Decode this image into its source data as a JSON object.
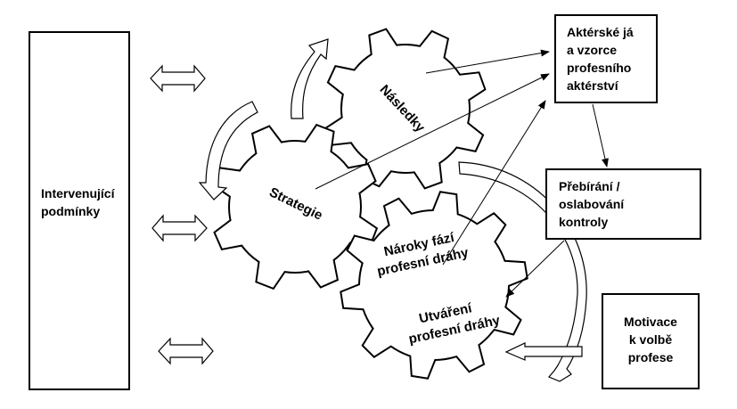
{
  "diagram": {
    "boxes": {
      "intervening": {
        "lines": [
          "Intervenující",
          "podmínky"
        ]
      },
      "actor": {
        "lines": [
          "Aktérské já",
          "a vzorce",
          "profesního",
          "aktérství"
        ]
      },
      "control": {
        "lines": [
          "Přebírání /",
          "oslabování",
          "kontroly"
        ]
      },
      "motivation": {
        "lines": [
          "Motivace",
          "k volbě",
          "profese"
        ]
      }
    },
    "gears": {
      "consequences": {
        "label": "Následky"
      },
      "strategy": {
        "label": "Strategie"
      },
      "career": {
        "label_top": [
          "Nároky fází",
          "profesní dráhy"
        ],
        "label_bottom": [
          "Utváření",
          "profesní dráhy"
        ]
      }
    },
    "connections": [
      {
        "from": "consequences",
        "to": "actor"
      },
      {
        "from": "strategy",
        "to": "actor"
      },
      {
        "from": "career-demands",
        "to": "actor"
      },
      {
        "from": "actor",
        "to": "control"
      },
      {
        "from": "control",
        "to": "career-shaping"
      }
    ],
    "bidirectional_arrows": [
      "intervening-to-consequences",
      "intervening-to-strategy",
      "intervening-to-career"
    ],
    "cycle_arrows": [
      "strategy-to-consequences",
      "consequences-to-strategy",
      "career-cycle"
    ],
    "feedback_arrow": "motivation-to-career"
  }
}
